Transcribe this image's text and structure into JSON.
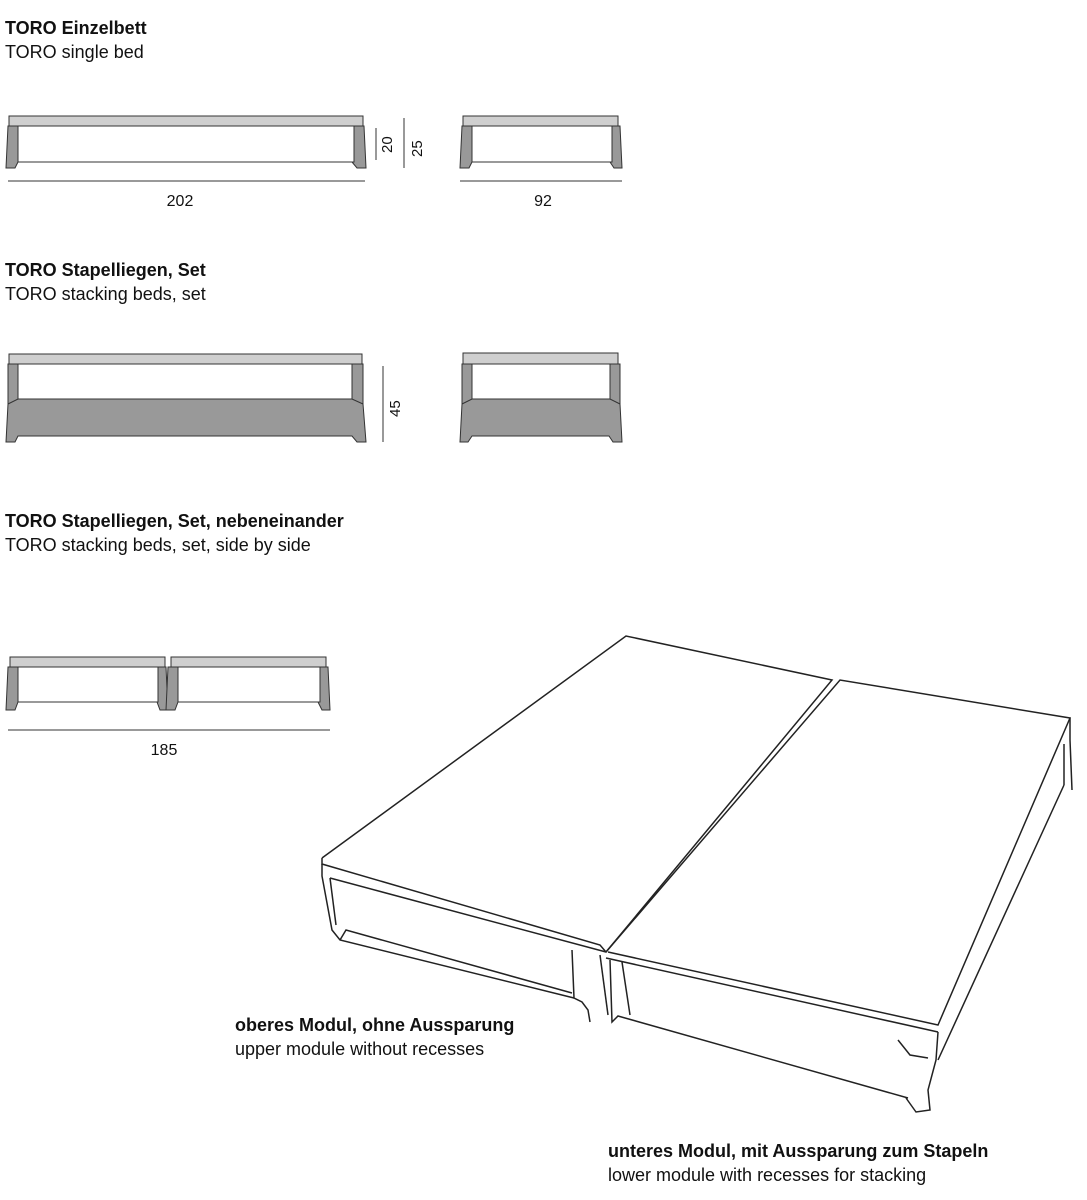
{
  "section1": {
    "title": "TORO Einzelbett",
    "subtitle": "TORO single bed",
    "dim_length": "202",
    "dim_width": "92",
    "dim_height_frame": "20",
    "dim_height_total": "25"
  },
  "section2": {
    "title": "TORO Stapelliegen, Set",
    "subtitle": "TORO stacking beds, set",
    "dim_height": "45"
  },
  "section3": {
    "title": "TORO Stapelliegen, Set, nebeneinander",
    "subtitle": "TORO stacking beds, set, side by side",
    "dim_width": "185"
  },
  "labels": {
    "upper_bold": "oberes Modul, ohne Aussparung",
    "upper": "upper module without recesses",
    "lower_bold": "unteres Modul, mit Aussparung zum Stapeln",
    "lower": "lower module with recesses for stacking"
  },
  "colors": {
    "frame": "#999999",
    "outline": "#333333",
    "mattress": "#cfcfcf"
  }
}
